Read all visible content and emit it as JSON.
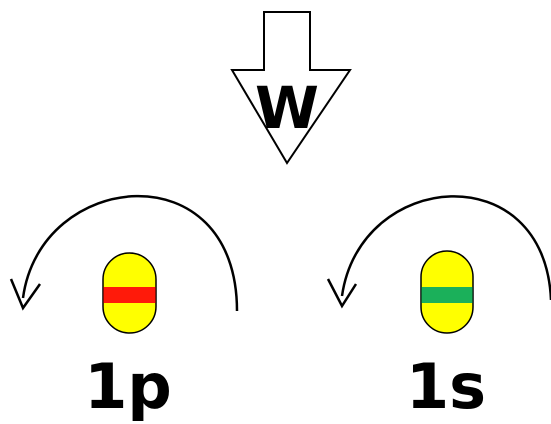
{
  "colors": {
    "background": "#ffffff",
    "stroke": "#000000",
    "capsule_body": "#ffff00",
    "port_band": "#ff1a0a",
    "starboard_band": "#1bb05a"
  },
  "icons": [
    "wind-arrow-icon",
    "rotation-arrow-left-icon",
    "rotation-arrow-right-icon"
  ],
  "wind": {
    "letter": "W"
  },
  "lights": [
    {
      "id": "port",
      "label": "1p",
      "band_color": "#ff1a0a"
    },
    {
      "id": "starboard",
      "label": "1s",
      "band_color": "#1bb05a"
    }
  ]
}
